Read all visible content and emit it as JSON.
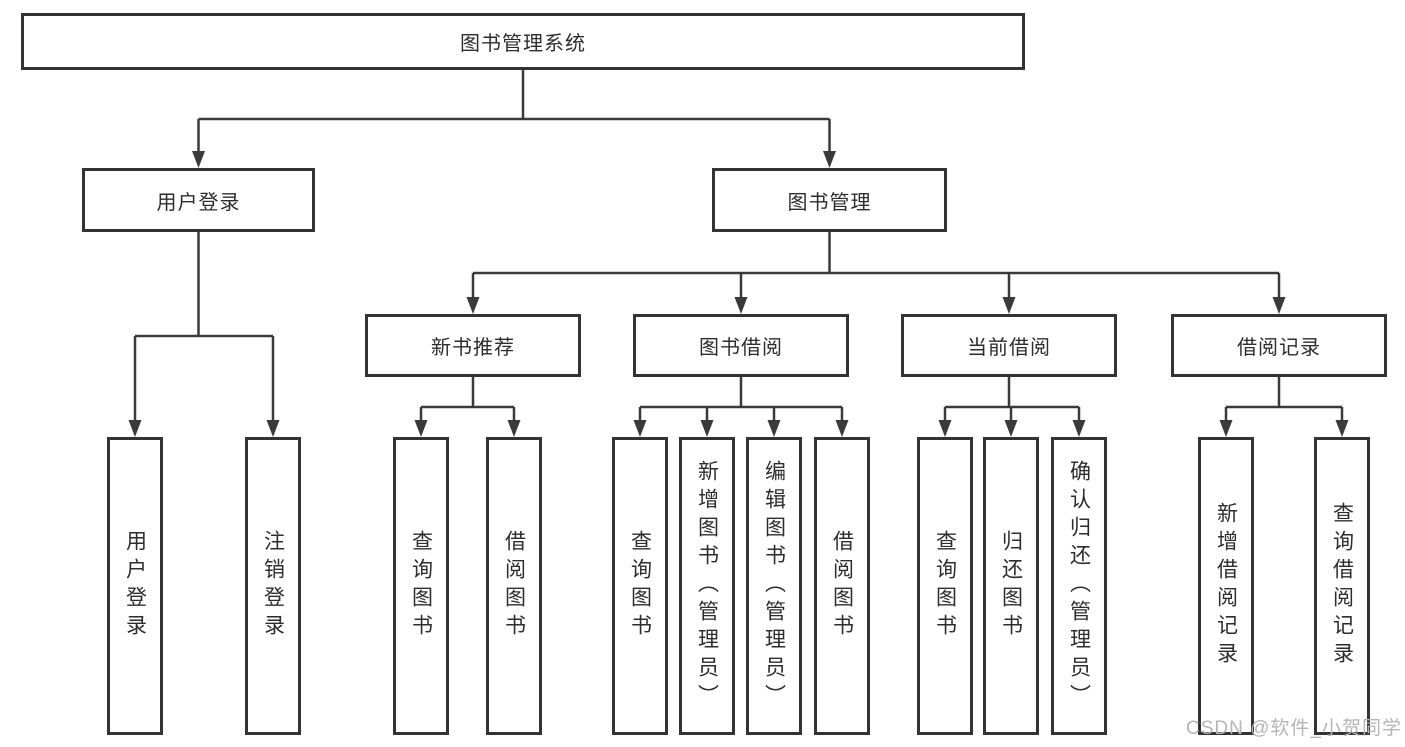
{
  "diagram_title": "图书管理系统",
  "colors": {
    "box_border": "#333333",
    "connector_line": "#3a3a3a",
    "text": "#2d2d2d",
    "watermark": "#b5b5b5",
    "background": "#ffffff"
  },
  "tree": {
    "root": {
      "label": "图书管理系统"
    },
    "branches": [
      {
        "label": "用户登录",
        "children": [
          {
            "label": "用户登录"
          },
          {
            "label": "注销登录"
          }
        ]
      },
      {
        "label": "图书管理",
        "children": [
          {
            "label": "新书推荐",
            "children": [
              {
                "label": "查询图书"
              },
              {
                "label": "借阅图书"
              }
            ]
          },
          {
            "label": "图书借阅",
            "children": [
              {
                "label": "查询图书"
              },
              {
                "label": "新增图书（管理员）"
              },
              {
                "label": "编辑图书（管理员）"
              },
              {
                "label": "借阅图书"
              }
            ]
          },
          {
            "label": "当前借阅",
            "children": [
              {
                "label": "查询图书"
              },
              {
                "label": "归还图书"
              },
              {
                "label": "确认归还（管理员）"
              }
            ]
          },
          {
            "label": "借阅记录",
            "children": [
              {
                "label": "新增借阅记录"
              },
              {
                "label": "查询借阅记录"
              }
            ]
          }
        ]
      }
    ]
  },
  "watermark": {
    "text": "CSDN @软件_小贺同学"
  }
}
